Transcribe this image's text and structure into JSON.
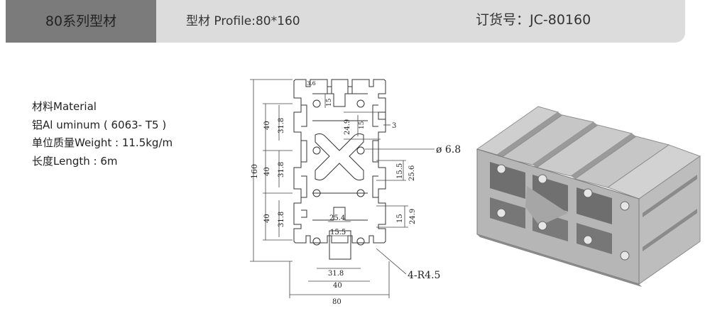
{
  "header": {
    "series_title": "80系列型材",
    "profile_label": "型材 Profile:80*160",
    "order_label": "订货号：JC-80160"
  },
  "specs": {
    "material": "材料Material",
    "alloy": "铝Al uminum ( 6063- T5 )",
    "weight": "单位质量Weight : 11.5kg/m",
    "length": "长度Length : 6m"
  },
  "drawing": {
    "dims": {
      "d3_6": "3.6",
      "d15a": "15",
      "d24_9a": "24.9",
      "d15b": "15",
      "d3": "3",
      "d40a": "40",
      "d31_8a": "31.8",
      "d40b": "40",
      "d31_8b": "31.8",
      "d40c": "40",
      "d31_8c": "31.8",
      "d160": "160",
      "d25_6": "25.6",
      "d15_5a": "15.5",
      "d24_9b": "24.9",
      "d15c": "15",
      "d25_4": "25.4",
      "d15_5b": "15.5",
      "d31_8d": "31.8",
      "d40d": "40",
      "d80": "80",
      "hole": "ø 6.8",
      "radius": "4-R4.5"
    }
  },
  "colors": {
    "header_bg": "#dcdcdc",
    "header_dark": "#7b7b7b",
    "metal_light": "#c4c4c4",
    "metal_mid": "#a8a8a8",
    "metal_dark": "#7c7c7c"
  }
}
